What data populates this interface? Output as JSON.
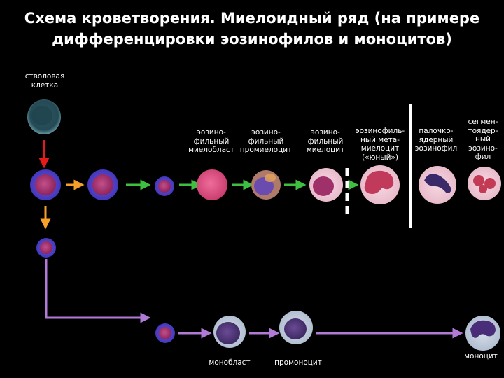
{
  "title_line1": "Схема кроветворения. Миелоидный ряд (на примере",
  "title_line2": "дифференцировки эозинофилов и моноцитов)",
  "labels": {
    "stem": "стволовая\nклетка",
    "eo_myeloblast": "эозино-\nфильный\nмиелобласт",
    "eo_promyelocyte": "эозино-\nфильный\nпромиелоцит",
    "eo_myelocyte": "эозино-\nфильный\nмиелоцит",
    "eo_metamyelocyte": "эозинофиль-\nный мета-\nмиелоцит\n(«юный»)",
    "eo_band": "палочко-\nядерный\nэозинофил",
    "eo_segmented": "сегмен-\nтоядер-\nный\nэозино-\nфил",
    "monoblast": "монобласт",
    "promonocyte": "промоноцит",
    "monocyte": "моноцит"
  },
  "colors": {
    "red_arrow": "#e8191b",
    "orange_arrow": "#f5a02a",
    "green_arrow": "#3fbf3f",
    "lilac_line": "#b07ad6",
    "divider": "#ffffff"
  }
}
